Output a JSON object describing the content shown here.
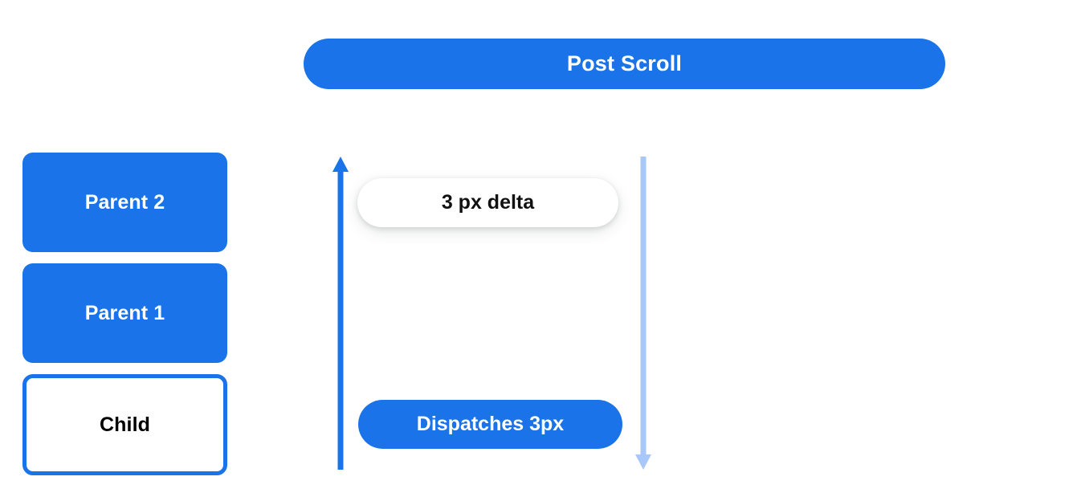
{
  "diagram": {
    "title": "Post Scroll",
    "colors": {
      "primary_blue": "#1a73e8",
      "light_blue": "#a8c7fa",
      "white": "#ffffff",
      "text_dark": "#111111"
    }
  },
  "header": {
    "label": "Post Scroll"
  },
  "stack": {
    "boxes": [
      {
        "label": "Parent 2",
        "style": "filled"
      },
      {
        "label": "Parent 1",
        "style": "filled"
      },
      {
        "label": "Child",
        "style": "outlined"
      }
    ]
  },
  "flow": {
    "up_arrow": {
      "name": "scroll-up-arrow",
      "direction": "up",
      "color": "#1a73e8"
    },
    "down_arrow": {
      "name": "scroll-down-arrow",
      "direction": "down",
      "color": "#a8c7fa"
    },
    "delta_pill": {
      "label": "3 px delta"
    },
    "dispatch_pill": {
      "label": "Dispatches 3px"
    }
  }
}
